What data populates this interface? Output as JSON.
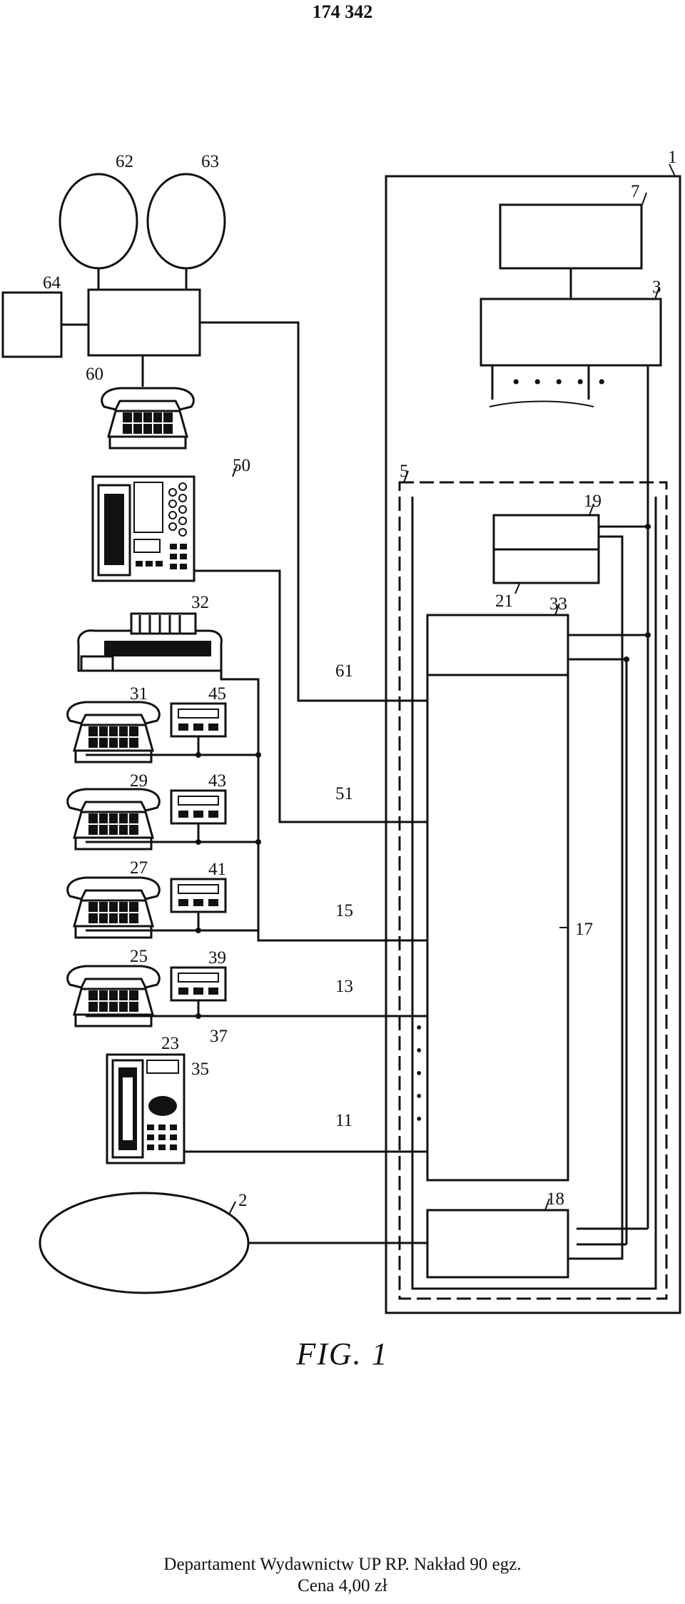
{
  "page_number": "174 342",
  "figure_caption": "FIG. 1",
  "footer": {
    "line1": "Departament Wydawnictw UP RP. Nakład 90 egz.",
    "line2": "Cena 4,00 zł"
  },
  "labels": {
    "l1": "1",
    "l2": "2",
    "l3": "3",
    "l5": "5",
    "l7": "7",
    "l11": "11",
    "l13": "13",
    "l15": "15",
    "l17": "17",
    "l18": "18",
    "l19": "19",
    "l21": "21",
    "l23": "23",
    "l25": "25",
    "l27": "27",
    "l29": "29",
    "l31": "31",
    "l32": "32",
    "l33": "33",
    "l35": "35",
    "l37": "37",
    "l39": "39",
    "l41": "41",
    "l43": "43",
    "l45": "45",
    "l50": "50",
    "l51": "51",
    "l60": "60",
    "l61": "61",
    "l62": "62",
    "l63": "63",
    "l64": "64"
  }
}
